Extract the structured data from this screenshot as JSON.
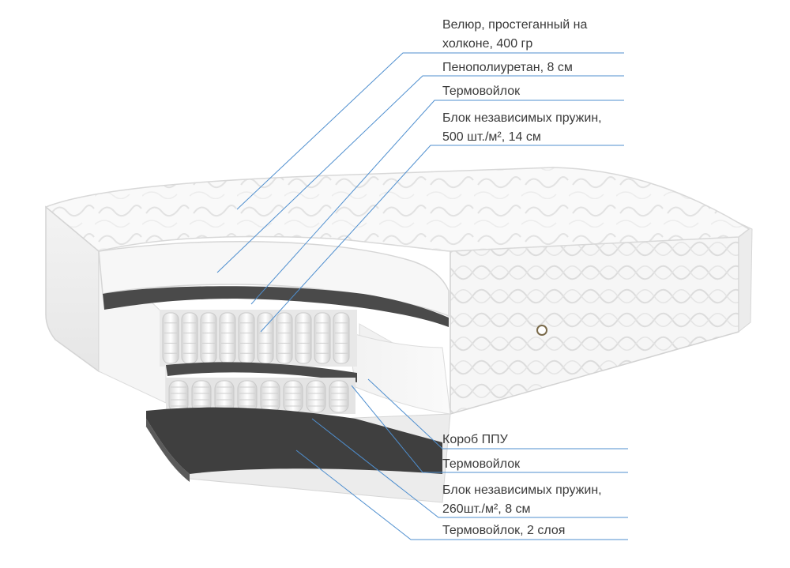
{
  "diagram": {
    "accent_line_color": "#4f8fcf",
    "cover_color": "#f4f4f4",
    "felt_color": "#4a4a4a",
    "labels_top": [
      {
        "lines": [
          "Велюр, простеганный на",
          "холконе, 400 гр"
        ]
      },
      {
        "lines": [
          "Пенополиуретан, 8 см"
        ]
      },
      {
        "lines": [
          "Термовойлок"
        ]
      },
      {
        "lines": [
          "Блок независимых пружин,",
          "500 шт./м², 14 см"
        ]
      }
    ],
    "labels_bottom": [
      {
        "lines": [
          "Короб ППУ"
        ]
      },
      {
        "lines": [
          "Термовойлок"
        ]
      },
      {
        "lines": [
          "Блок независимых пружин,",
          "260шт./м², 8 см"
        ]
      },
      {
        "lines": [
          "Термовойлок, 2 слоя"
        ]
      }
    ]
  }
}
